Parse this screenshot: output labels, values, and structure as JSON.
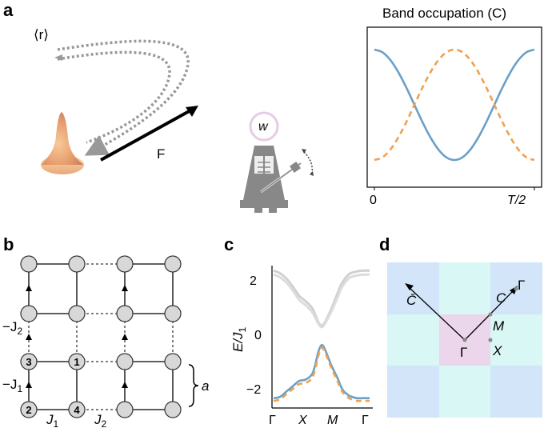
{
  "panel_a": {
    "letter": "a",
    "r_label": "⟨r⟩",
    "force_label": "F",
    "metronome_label": "w",
    "icons": [
      "wavepacket-icon",
      "metronome-icon",
      "force-arrow-icon"
    ]
  },
  "panel_b": {
    "letter": "b",
    "site_labels": [
      "3",
      "1",
      "2",
      "4"
    ],
    "coupling_labels": {
      "neg_j2": "−J",
      "neg_j2_sub": "2",
      "neg_j1": "−J",
      "neg_j1_sub": "1",
      "j1": "J",
      "j1_sub": "1",
      "j2": "J",
      "j2_sub": "2"
    },
    "lattice_constant": "a"
  },
  "panel_c": {
    "letter": "c",
    "ylabel": "E/J",
    "ylabel_sub": "1",
    "yticks": [
      "2",
      "0",
      "−2"
    ],
    "xticks": [
      "Γ",
      "X",
      "M",
      "Γ"
    ]
  },
  "panel_d": {
    "letter": "d",
    "c_bar_label": "C̄",
    "c_label": "C",
    "gamma_center": "Γ",
    "gamma_corner": "Γ",
    "m_label": "M",
    "x_label": "X"
  },
  "chart_data": [
    {
      "type": "line",
      "title": "Band occupation (C)",
      "xlabel": "",
      "ylabel": "",
      "x_tick_labels": [
        "0",
        "T/2"
      ],
      "x": [
        0,
        0.05,
        0.1,
        0.15,
        0.2,
        0.25,
        0.3,
        0.35,
        0.4,
        0.45,
        0.5,
        0.55,
        0.6,
        0.65,
        0.7,
        0.75,
        0.8,
        0.85,
        0.9,
        0.95,
        1.0
      ],
      "series": [
        {
          "color": "#6aa0c7",
          "style": "solid",
          "values": [
            1.0,
            0.976,
            0.905,
            0.794,
            0.655,
            0.5,
            0.345,
            0.206,
            0.095,
            0.024,
            0.0,
            0.024,
            0.095,
            0.206,
            0.345,
            0.5,
            0.655,
            0.794,
            0.905,
            0.976,
            1.0
          ]
        },
        {
          "color": "#f0a050",
          "style": "dashed",
          "values": [
            0.0,
            0.024,
            0.095,
            0.206,
            0.345,
            0.5,
            0.655,
            0.794,
            0.905,
            0.976,
            1.0,
            0.976,
            0.905,
            0.794,
            0.655,
            0.5,
            0.345,
            0.206,
            0.095,
            0.024,
            0.0
          ]
        }
      ],
      "ylim": [
        0,
        1
      ],
      "grid": false
    },
    {
      "type": "line",
      "title": "",
      "ylabel": "E/J1",
      "x_tick_labels": [
        "Γ",
        "X",
        "M",
        "Γ"
      ],
      "x": [
        0,
        0.1,
        0.2,
        0.3,
        0.4,
        0.5,
        0.6,
        0.65,
        0.7,
        0.75,
        0.8,
        0.9,
        1.0,
        1.05,
        1.1,
        1.15,
        1.2,
        1.3,
        1.4,
        1.5
      ],
      "series": [
        {
          "color": "#d0d0d0",
          "style": "solid",
          "values": [
            2.45,
            2.35,
            2.15,
            1.85,
            1.5,
            1.3,
            1.05,
            0.8,
            0.5,
            0.38,
            0.5,
            1.0,
            1.6,
            1.9,
            2.1,
            2.25,
            2.35,
            2.42,
            2.45,
            2.45
          ]
        },
        {
          "color": "#dcdcdc",
          "style": "solid",
          "values": [
            2.3,
            2.2,
            2.0,
            1.7,
            1.35,
            1.15,
            0.9,
            0.68,
            0.45,
            0.32,
            0.45,
            0.9,
            1.45,
            1.75,
            1.95,
            2.1,
            2.2,
            2.27,
            2.3,
            2.3
          ]
        },
        {
          "color": "#6aa0c7",
          "style": "solid",
          "values": [
            -2.35,
            -2.3,
            -2.1,
            -1.9,
            -1.7,
            -1.65,
            -1.45,
            -1.1,
            -0.6,
            -0.35,
            -0.5,
            -1.1,
            -1.6,
            -1.9,
            -2.1,
            -2.2,
            -2.28,
            -2.35,
            -2.35,
            -2.35
          ]
        },
        {
          "color": "#f0a050",
          "style": "dashed",
          "values": [
            -2.45,
            -2.4,
            -2.2,
            -2.0,
            -1.82,
            -1.78,
            -1.6,
            -1.25,
            -0.75,
            -0.45,
            -0.6,
            -1.2,
            -1.72,
            -2.0,
            -2.2,
            -2.3,
            -2.38,
            -2.45,
            -2.45,
            -2.45
          ]
        }
      ],
      "ylim": [
        -2.6,
        2.7
      ],
      "grid": false
    }
  ]
}
